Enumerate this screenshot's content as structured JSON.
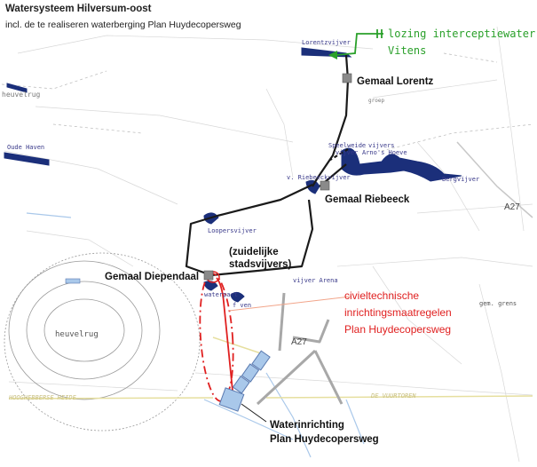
{
  "title": "Watersysteem Hilversum-oost",
  "subtitle": "incl. de te realiseren waterberging Plan Huydecopersweg",
  "labels": {
    "gemaal_lorentz": "Gemaal Lorentz",
    "gemaal_riebeeck": "Gemaal Riebeeck",
    "gemaal_diependaal": "Gemaal Diependaal",
    "zuidelijke_1": "(zuidelijke",
    "zuidelijke_2": "stadsvijvers)",
    "lozing_1": "lozing interceptiewater",
    "lozing_2": "Vitens",
    "civiel_1": "civieltechnische",
    "civiel_2": "inrichtingsmaatregelen",
    "civiel_3": "Plan Huydecopersweg",
    "water_1": "Waterinrichting",
    "water_2": "Plan Huydecopersweg",
    "a27_right": "A27",
    "a27_lower": "A27"
  },
  "map_text": {
    "lorentzvijver": "Lorentzvijver",
    "speelvijver": "Speelweide",
    "vijver_sub": "vijver",
    "vijvers": "vijvers",
    "arnos_hoeve": "Arno's Hoeve",
    "bergvijver": "Bergvijver",
    "riebeeckvijver": "v. Riebeeckvijver",
    "loopersvijver": "Loopersvijver",
    "vijver_arena": "vijver Arena",
    "waterpart": "waterpart",
    "fven": "f ven",
    "gem_grens": "gem. grens",
    "oude_haven": "Oude Haven",
    "heuvelrug": "heuvelrug",
    "heuvelrug_top": "heuvelrug",
    "hoge_heide": "HOOGHEBBERSE HEIDE",
    "de_vuurtoren": "DE VUURTOREN",
    "kleine_text": "groep"
  },
  "colors": {
    "water": "#1b2f7a",
    "pipe": "#1a1a1a",
    "green_line": "#2aa02a",
    "red": "#e02020",
    "gray_road": "#a8a8a8",
    "pale_blue": "#a9c8ea",
    "pumping_station": "#8a8a8a"
  },
  "icons": {
    "pumping_station": "gray-square-icon",
    "arrow": "green-arrow-icon"
  }
}
